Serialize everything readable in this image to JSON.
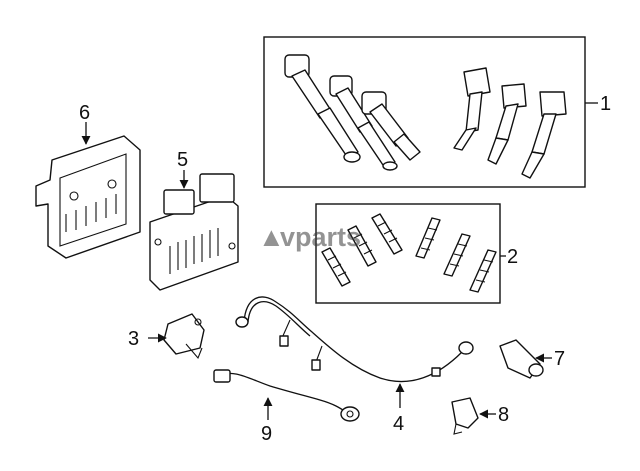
{
  "callouts": {
    "c1": "1",
    "c2": "2",
    "c3": "3",
    "c4": "4",
    "c5": "5",
    "c6": "6",
    "c7": "7",
    "c8": "8",
    "c9": "9"
  },
  "watermark": {
    "logo_mark": "▲",
    "text": "vparts"
  },
  "colors": {
    "line": "#111111",
    "background": "#ffffff",
    "watermark": "#3a3a3a"
  }
}
